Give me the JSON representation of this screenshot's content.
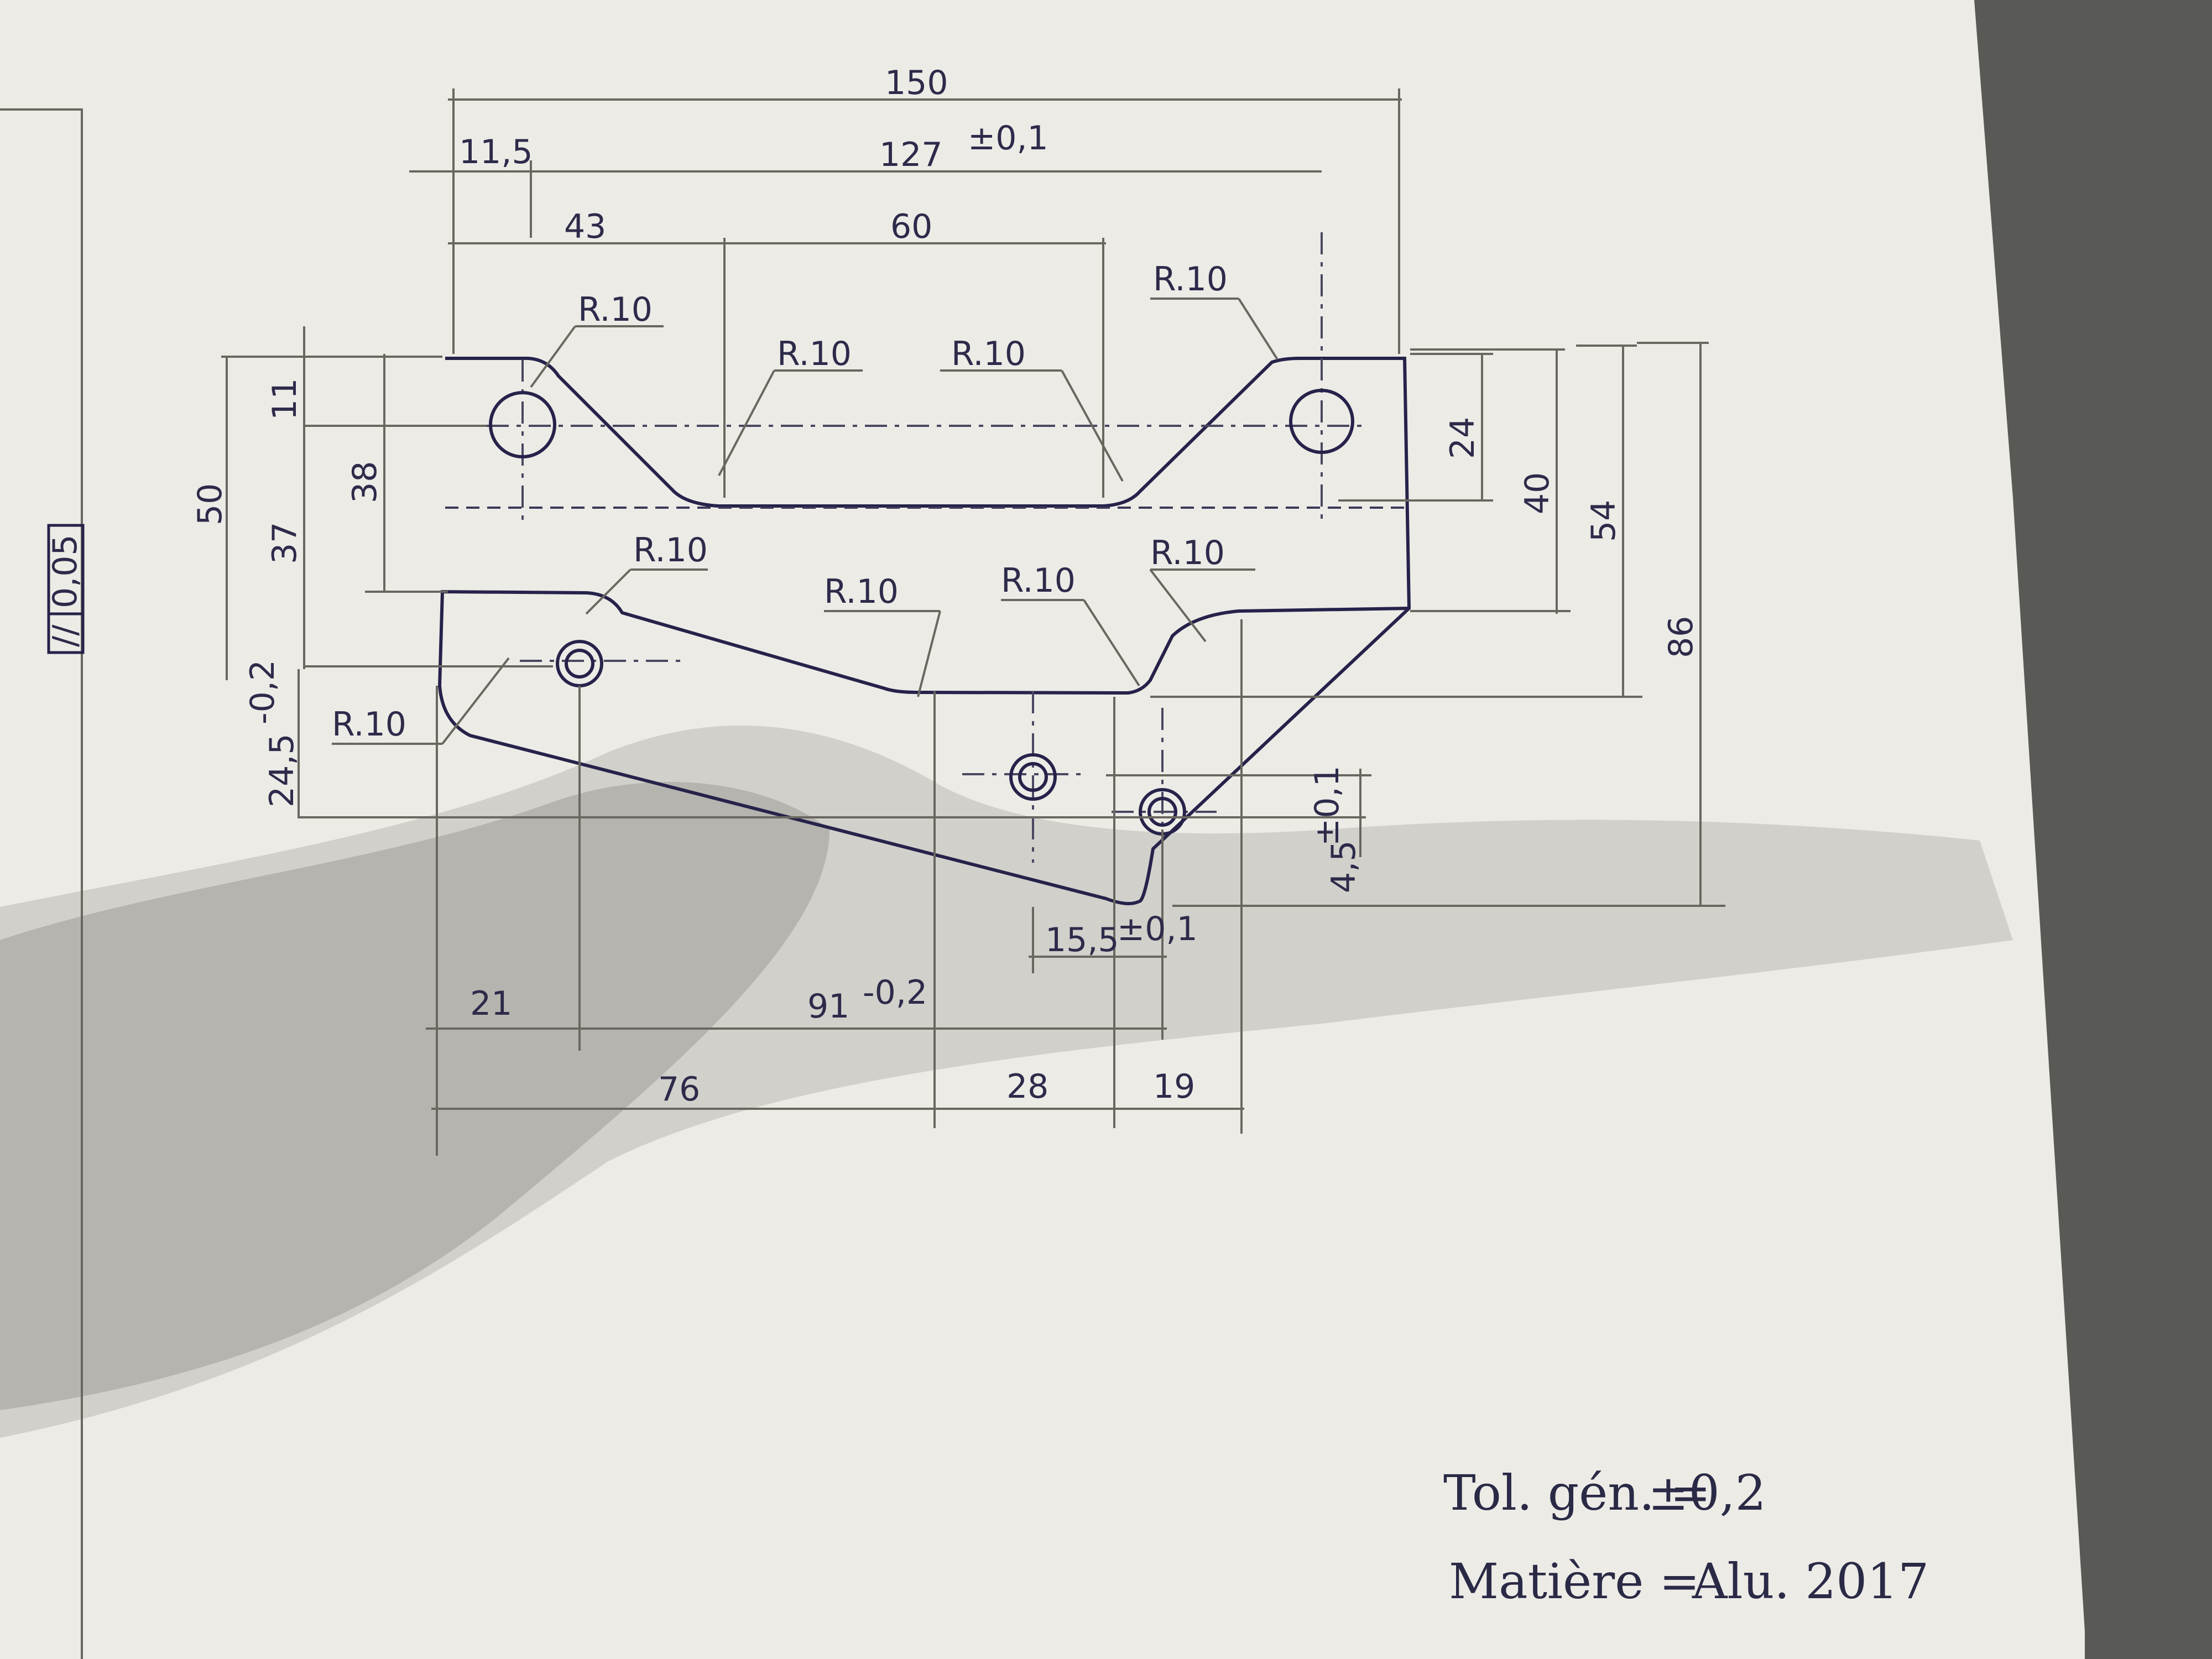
{
  "drawing": {
    "tolerance_frame": {
      "symbol": "//",
      "value": "0,05"
    },
    "dimensions": {
      "overall_width": "150",
      "offset_left": "11,5",
      "hole_spacing": "127",
      "hole_spacing_tol": "±0,1",
      "top_left": "43",
      "top_mid": "60",
      "left_total": "50",
      "left_38": "38",
      "left_11": "11",
      "left_37": "37",
      "left_24_5": "24,5",
      "left_24_5_tol": "-0,2",
      "right_24": "24",
      "right_40": "40",
      "right_54": "54",
      "right_86": "86",
      "right_4_5": "4,5",
      "right_4_5_tol": "±0,1",
      "bottom_21": "21",
      "bottom_91": "91",
      "bottom_91_tol": "-0,2",
      "bottom_15_5": "15,5",
      "bottom_15_5_tol": "±0,1",
      "bottom_76": "76",
      "bottom_28": "28",
      "bottom_19": "19"
    },
    "radii": [
      "R.10",
      "R.10",
      "R.10",
      "R.10",
      "R.10",
      "R.10",
      "R.10",
      "R.10",
      "R.10"
    ],
    "notes": {
      "tolerance_label": "Tol. gén. =",
      "tolerance_value": "±0,2",
      "material_label": "Matière =",
      "material_value": "Alu. 2017"
    }
  }
}
